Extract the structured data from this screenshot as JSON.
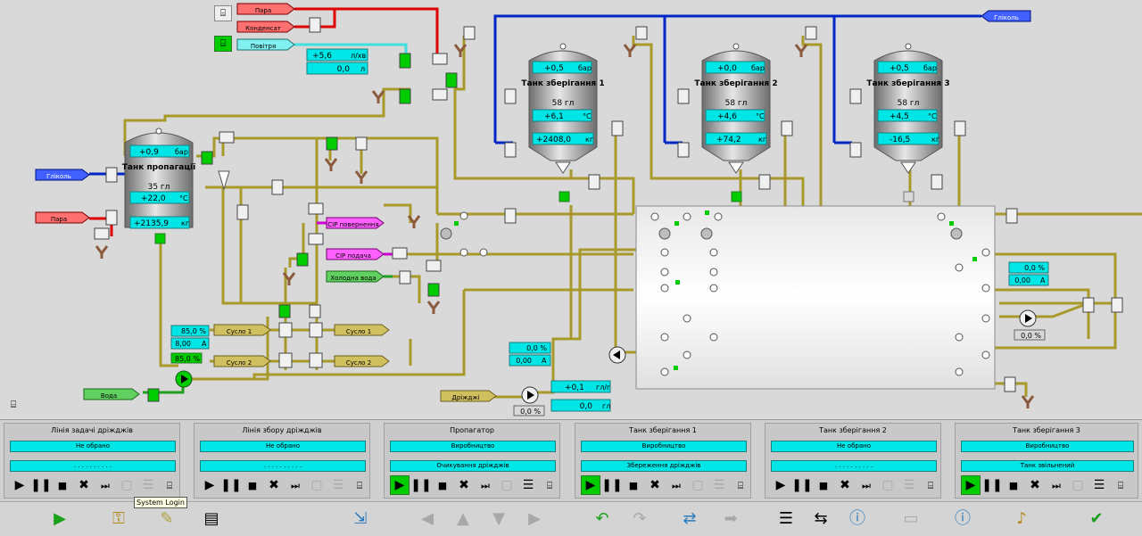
{
  "colors": {
    "pipe": "#a89a2a",
    "steam": "#e00000",
    "air": "#40e0e0",
    "glycol": "#0026c8",
    "cip": "#d000d0",
    "water": "#20a020",
    "cyan": "#00e5e5",
    "green": "#00cc00"
  },
  "lines": {
    "steam_top": "Пара",
    "condensate": "Конденсат",
    "air": "Повітря",
    "glycol_right": "Гліколь",
    "glycol_left": "Гліколь",
    "steam_left": "Пара",
    "water": "Вода",
    "cip_return": "CIP повернення",
    "cip_supply": "CIP подача",
    "cold_water": "Холодна вода",
    "wort1_in": "Сусло 1",
    "wort2_in": "Сусло 2",
    "wort1_out": "Сусло 1",
    "wort2_out": "Сусло 2",
    "yeast": "Дріжджі"
  },
  "air_flow": {
    "flow": "+5,6",
    "flow_unit": "л/хв",
    "total": "0,0",
    "total_unit": "л"
  },
  "propagator": {
    "pressure": "+0,9",
    "pressure_unit": "бар",
    "name": "Танк пропагації",
    "volume": "35 гл",
    "temperature": "+22,0",
    "temperature_unit": "°С",
    "weight": "+2135,9",
    "weight_unit": "кг"
  },
  "tanks": [
    {
      "pressure": "+0,5",
      "pressure_unit": "бар",
      "name": "Танк зберігання 1",
      "volume": "58 гл",
      "temperature": "+6,1",
      "temperature_unit": "°С",
      "weight": "+2408,0",
      "weight_unit": "кг"
    },
    {
      "pressure": "+0,0",
      "pressure_unit": "бар",
      "name": "Танк зберігання 2",
      "volume": "58 гл",
      "temperature": "+4,6",
      "temperature_unit": "°С",
      "weight": "+74,2",
      "weight_unit": "кг"
    },
    {
      "pressure": "+0,5",
      "pressure_unit": "бар",
      "name": "Танк зберігання 3",
      "volume": "58 гл",
      "temperature": "+4,5",
      "temperature_unit": "°С",
      "weight": "-16,5",
      "weight_unit": "кг"
    }
  ],
  "pump_water": {
    "percent": "85,0 %",
    "current": "8,00",
    "current_unit": "A",
    "setpoint": "85,0 %"
  },
  "pump_yeast": {
    "percent": "0,0 %",
    "current": "0,00",
    "current_unit": "A",
    "speed": "0,0 %",
    "flow": "+0,1",
    "flow_unit": "гл/г",
    "total": "0,0",
    "total_unit": "гл"
  },
  "pump_right": {
    "percent": "0,0 %",
    "current": "0,00",
    "current_unit": "A",
    "speed": "0,0 %"
  },
  "panels": [
    {
      "title": "Лінія задачі дріжджів",
      "state": "Не обрано",
      "step": ". . . . . . . . . .",
      "running": false
    },
    {
      "title": "Лінія збору дріжджів",
      "state": "Не обрано",
      "step": ". . . . . . . . . .",
      "running": false
    },
    {
      "title": "Пропагатор",
      "state": "Виробництво",
      "step": "Очикування дріжджів",
      "running": true
    },
    {
      "title": "Танк зберігання 1",
      "state": "Виробництво",
      "step": "Збереження дріжджів",
      "running": true
    },
    {
      "title": "Танк зберігання 2",
      "state": "Не обрано",
      "step": ". . . . . . . . . .",
      "running": false
    },
    {
      "title": "Танк зберігання 3",
      "state": "Виробництво",
      "step": "Танк звільнений",
      "running": true
    }
  ],
  "tooltip": "System Login"
}
